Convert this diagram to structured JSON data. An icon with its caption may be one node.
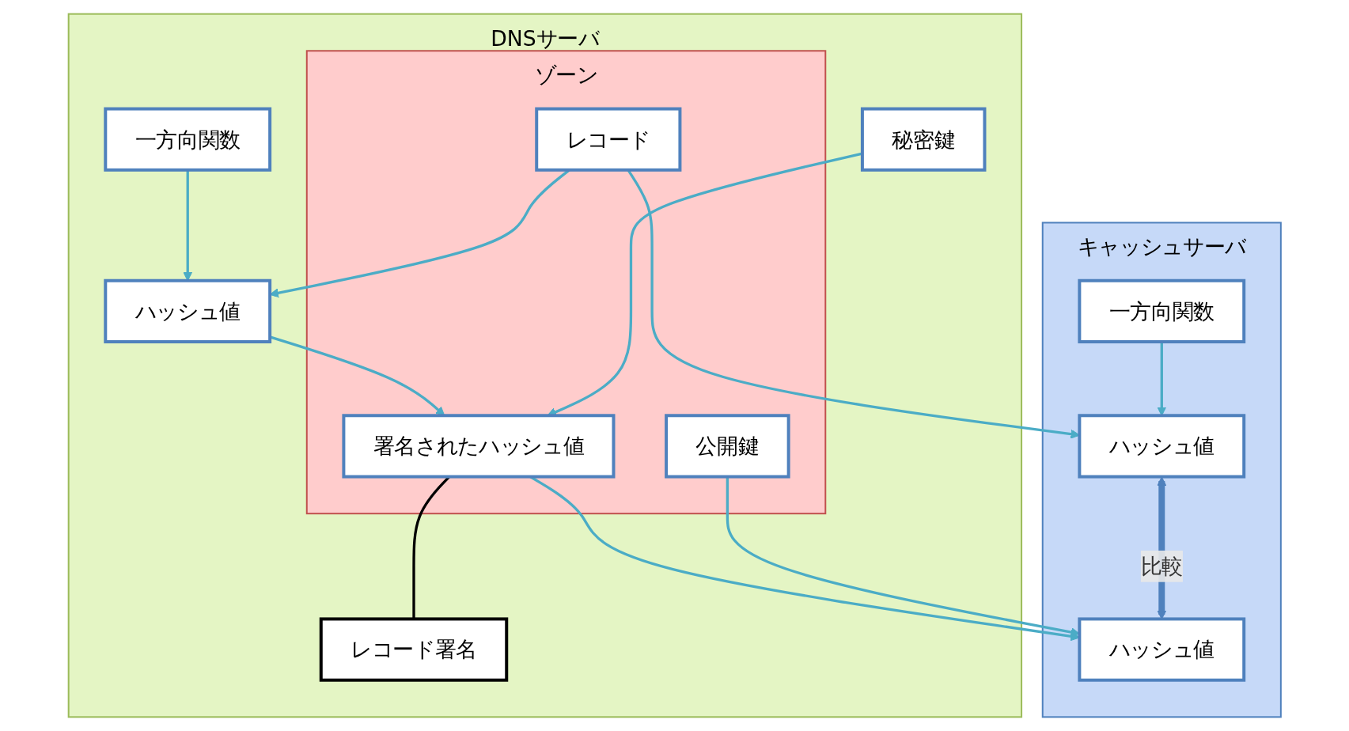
{
  "diagram": {
    "nodes": [
      {
        "text": [
          "キャッシュサーバ"
        ]
      },
      {
        "text": [
          "一方向関数"
        ],
        "in": 0
      },
      {
        "text": [
          "ハッシュ値"
        ],
        "in": 0
      },
      {
        "text": [
          "ハッシュ値"
        ],
        "in": 0
      },
      {
        "text": [
          "DNSサーバ"
        ]
      },
      {
        "text": [
          "ゾーン"
        ],
        "in": 4
      },
      {
        "text": [
          "レコード"
        ],
        "in": 5
      },
      {
        "text": [
          "一方向関数"
        ],
        "in": 4
      },
      {
        "text": [
          "レコード署名"
        ],
        "in": 4
      },
      {
        "text": [
          "ハッシュ値"
        ],
        "in": 4
      },
      {
        "text": [
          "署名されたハッシュ値"
        ],
        "in": 5
      },
      {
        "text": [
          "公開鍵"
        ],
        "in": 5
      },
      {
        "text": [
          "秘密鍵"
        ],
        "in": 4
      }
    ],
    "edges": [
      {
        "from": 1,
        "to": 2,
        "arrow": "to"
      },
      {
        "from": 6,
        "to": 2,
        "arrow": "to"
      },
      {
        "from": 6,
        "to": 9,
        "arrow": "to"
      },
      {
        "from": 7,
        "to": 9,
        "arrow": "to"
      },
      {
        "from": 2,
        "to": 3,
        "arrow": "both",
        "label": "比較",
        "style": "thick",
        "color": "#4f81bd"
      },
      {
        "from": 8,
        "to": 10,
        "arrow": "none",
        "color": "#000000"
      },
      {
        "from": 9,
        "to": 10,
        "arrow": "to"
      },
      {
        "from": 12,
        "to": 10,
        "arrow": "to"
      },
      {
        "from": 10,
        "to": 3,
        "arrow": "to"
      },
      {
        "from": 11,
        "to": 3,
        "arrow": "to"
      }
    ]
  }
}
